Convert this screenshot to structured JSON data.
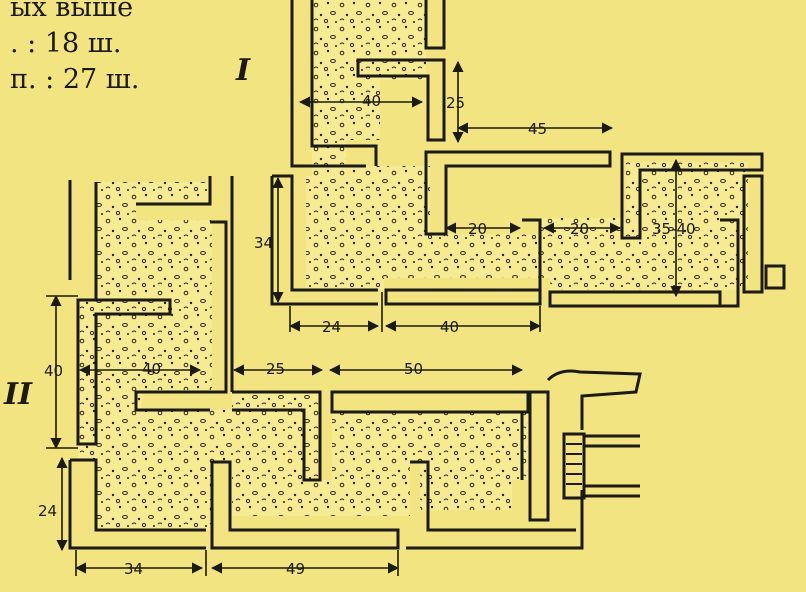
{
  "header_lines": [
    "ых выше",
    ". : 18 ш.",
    "п. : 27 ш."
  ],
  "section_labels": {
    "first": "I",
    "second": "II"
  },
  "dimensions_I": {
    "top_width": "40",
    "top_offset": "25",
    "right_top": "45",
    "mid_left": "20",
    "mid_right": "20",
    "right_height": "35-40",
    "left_height": "34",
    "bottom_left": "24",
    "bottom_right": "40"
  },
  "dimensions_II": {
    "left_height": "40",
    "top_width": "40",
    "mid": "25",
    "right": "50",
    "bottom_height": "24",
    "bottom_left": "34",
    "bottom_right": "49"
  },
  "colors": {
    "paper": "#f2e481",
    "ink": "#1c1a12",
    "fill": "#f6ea93"
  }
}
